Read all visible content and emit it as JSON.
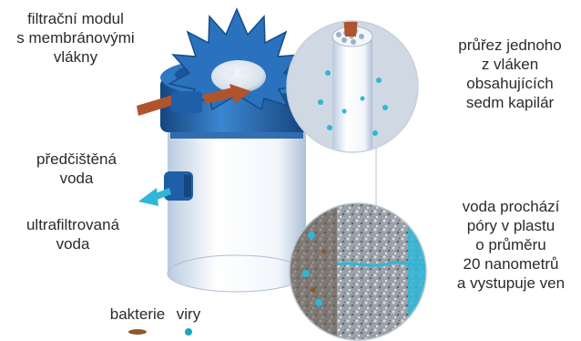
{
  "labels": {
    "module": "filtrační modul\ns membránovými\nvlákny",
    "inlet": "předčištěná\nvoda",
    "outlet": "ultrafiltrovaná\nvoda",
    "cross_section": "průřez jednoho\nz vláken\nobsahujících\nsedm kapilár",
    "pores": "voda prochází\npóry v plastu\no průměru\n20 nanometrů\na vystupuje ven"
  },
  "legend": {
    "bacteria": "bakterie",
    "viruses": "viry"
  },
  "colors": {
    "module_blue": "#1f5fa8",
    "water_cyan": "#2fb6d8",
    "pipe_brown": "#b0542e",
    "bacteria_brown": "#8a5a2e",
    "virus_teal": "#1aa6c4",
    "text": "#2b2b2b"
  },
  "icons": [
    "inlet-arrow-icon",
    "outlet-arrow-icon",
    "bacteria-icon",
    "virus-icon"
  ]
}
